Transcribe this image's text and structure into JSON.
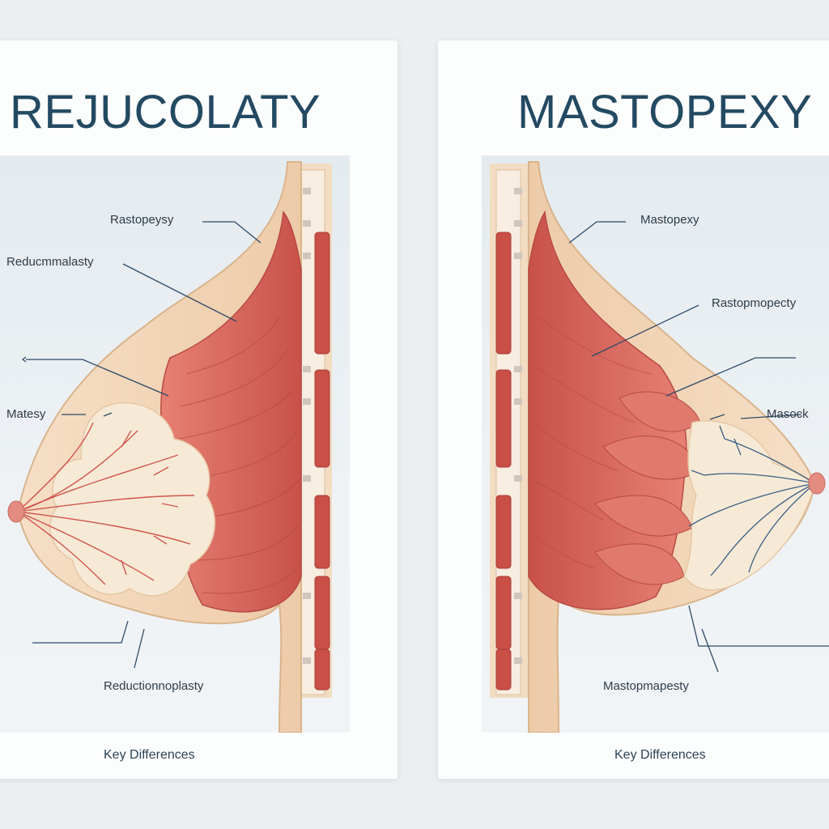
{
  "panels": [
    {
      "title": "REJUCOLATY",
      "labels": [
        "Rastopeysy",
        "Reducmmalasty",
        "Matesy",
        "Reductionnoplasty"
      ],
      "footer": "Key Differences"
    },
    {
      "title": "MASTOPEXY",
      "labels": [
        "Mastopexy",
        "Rastopmopecty",
        "Masock",
        "Mastopmapesty"
      ],
      "footer": "Key Differences"
    }
  ],
  "colors": {
    "title": "#234a62",
    "muscle": "#d9675d",
    "skin": "#f2d6b8",
    "gland": "#f5e8d3",
    "vein_red": "#cf5a52",
    "vein_blue": "#3b5f86",
    "leader": "#2d4a68"
  }
}
